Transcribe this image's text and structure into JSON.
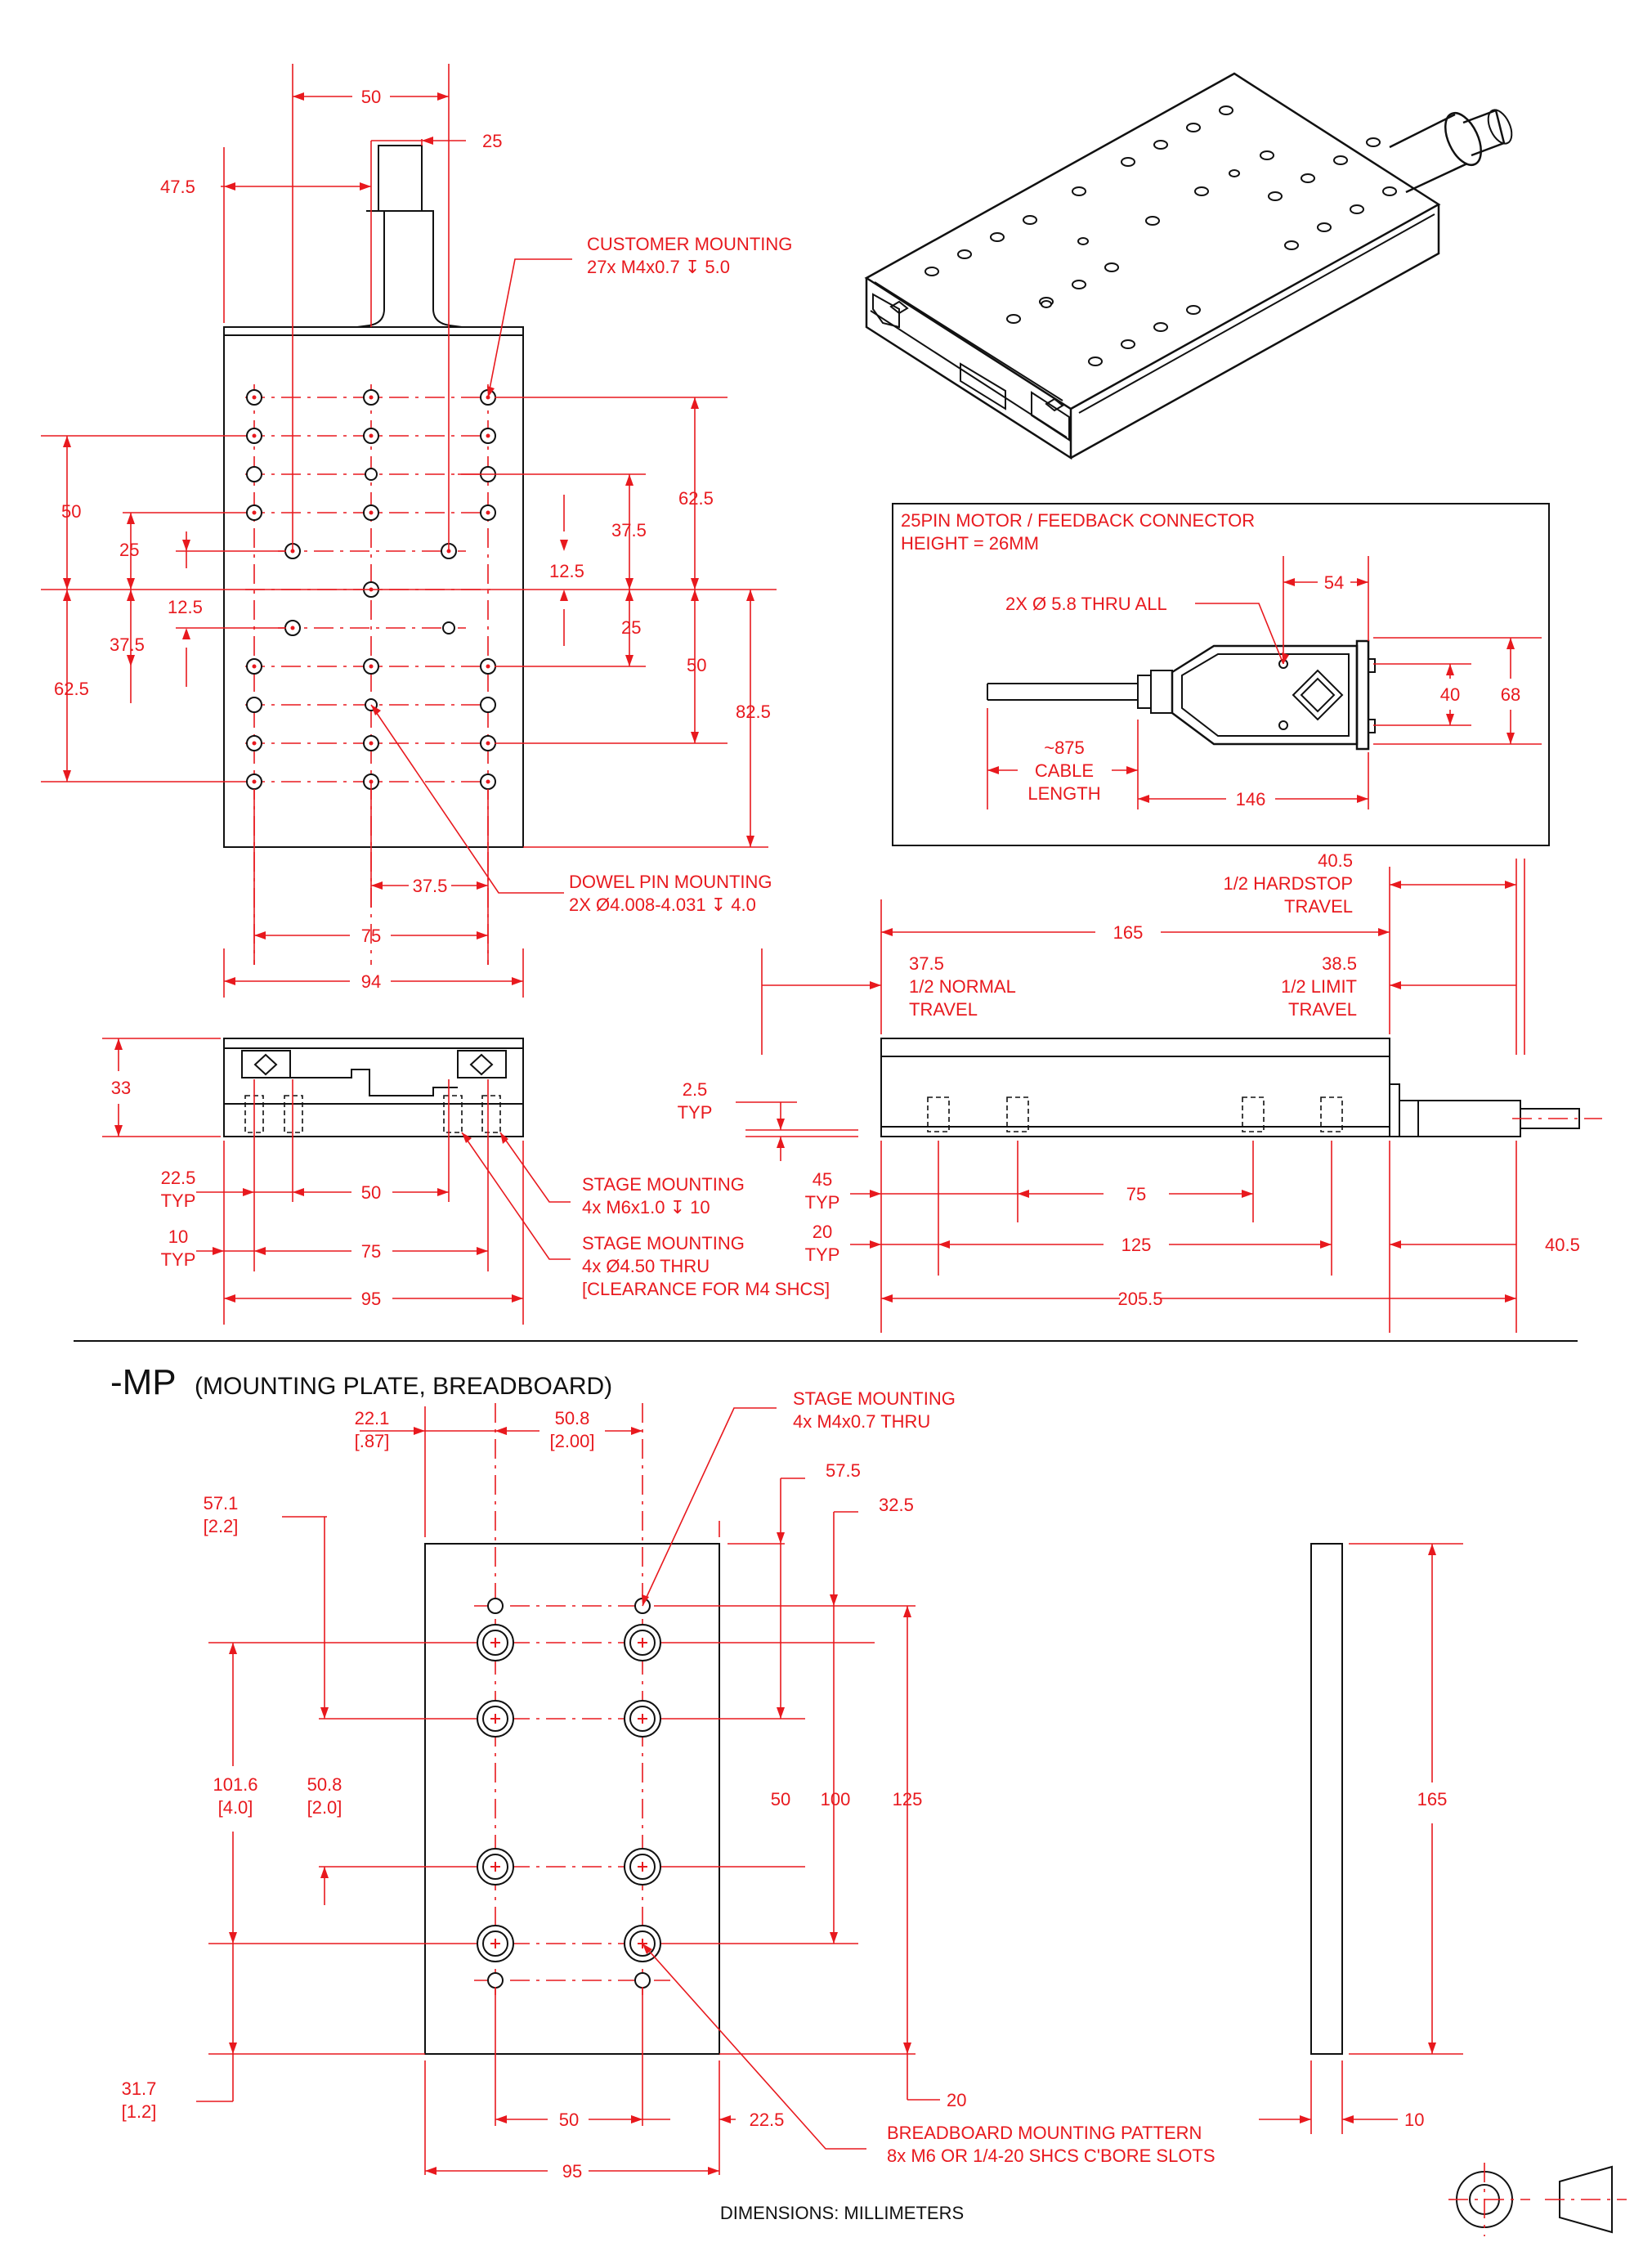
{
  "drawing": {
    "units_note": "DIMENSIONS:  MILLIMETERS",
    "top_view": {
      "dims": [
        "50",
        "25",
        "47.5",
        "50",
        "25",
        "12.5",
        "37.5",
        "62.5",
        "62.5",
        "37.5",
        "12.5",
        "25",
        "50",
        "82.5",
        "37.5",
        "75",
        "94"
      ],
      "customer_mounting": [
        "CUSTOMER MOUNTING",
        "27x M4x0.7 ↧ 5.0"
      ],
      "dowel_pin_mounting": [
        "DOWEL PIN MOUNTING",
        "2X Ø4.008-4.031 ↧ 4.0"
      ]
    },
    "connector_box": {
      "title": [
        "25PIN MOTOR / FEEDBACK CONNECTOR",
        "HEIGHT = 26MM"
      ],
      "thru_holes": "2X  Ø  5.8 THRU ALL",
      "cable_length": [
        "~875",
        "CABLE",
        "LENGTH"
      ],
      "dims": [
        "54",
        "40",
        "68",
        "146"
      ]
    },
    "end_view": {
      "height": "33",
      "dims": [
        "22.5",
        "TYP",
        "50",
        "10",
        "TYP",
        "75",
        "95"
      ],
      "stage_mounting_1": [
        "STAGE MOUNTING",
        "4x M6x1.0 ↧ 10"
      ],
      "stage_mounting_2": [
        "STAGE MOUNTING",
        "4x Ø4.50 THRU",
        "[CLEARANCE FOR M4 SHCS]"
      ]
    },
    "side_view": {
      "hardstop": [
        "40.5",
        "1/2 HARDSTOP",
        "TRAVEL"
      ],
      "overall_top": "165",
      "normal_travel": [
        "37.5",
        "1/2 NORMAL",
        "TRAVEL"
      ],
      "limit_travel": [
        "38.5",
        "1/2 LIMIT",
        "TRAVEL"
      ],
      "dims": [
        "2.5",
        "TYP",
        "45",
        "TYP",
        "75",
        "20",
        "TYP",
        "125",
        "40.5",
        "205.5"
      ]
    },
    "mp_section": {
      "title_big": "-MP",
      "title_small": "(MOUNTING PLATE, BREADBOARD)",
      "stage_mounting": [
        "STAGE MOUNTING",
        "4x M4x0.7 THRU"
      ],
      "dims": [
        "22.1",
        "[.87]",
        "50.8",
        "[2.00]",
        "57.5",
        "32.5",
        "57.1",
        "[2.2]",
        "101.6",
        "[4.0]",
        "50.8",
        "[2.0]",
        "50",
        "100",
        "125",
        "165",
        "31.7",
        "[1.2]",
        "20",
        "50",
        "22.5",
        "95",
        "10"
      ],
      "breadboard": [
        "BREADBOARD MOUNTING PATTERN",
        "8x M6 OR 1/4-20 SHCS C'BORE SLOTS"
      ]
    }
  }
}
